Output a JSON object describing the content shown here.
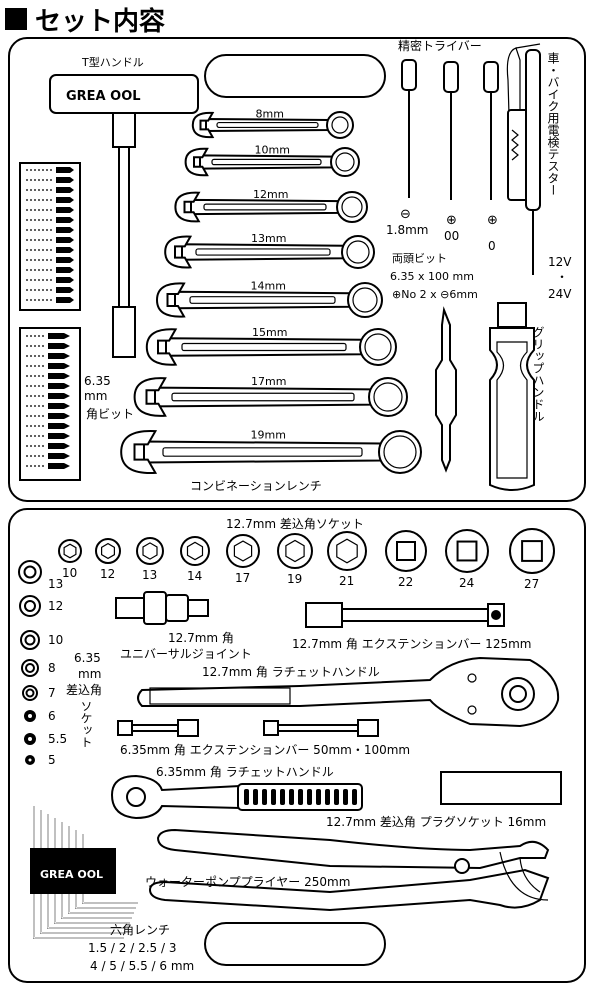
{
  "title": "セット内容",
  "panel1": {
    "t_handle_label": "T型ハンドル",
    "t_handle_brand": "GREA  OOL",
    "precision_driver_label": "精密トライバー",
    "driver_sizes": [
      "⊖",
      "1.8mm",
      "⊕",
      "00",
      "⊕",
      "0"
    ],
    "tester_label": "車・バイク用電検テスター",
    "tester_voltage": "12V・24V",
    "double_bit_label": "両頭ビット",
    "double_bit_size": "6.35 x 100 mm",
    "double_bit_spec": "⊕No 2 x ⊖6mm",
    "grip_handle_label": "グリップハンドル",
    "bit_label": "6.35mm角ビット",
    "wrench_sizes": [
      "8mm",
      "10mm",
      "12mm",
      "13mm",
      "14mm",
      "15mm",
      "17mm",
      "19mm"
    ],
    "wrench_label": "コンビネーションレンチ"
  },
  "panel2": {
    "socket_label": "12.7mm 差込角ソケット",
    "large_socket_sizes": [
      "10",
      "12",
      "13",
      "14",
      "17",
      "19",
      "21",
      "22",
      "24",
      "27"
    ],
    "small_socket_sizes": [
      "13",
      "12",
      "10",
      "8",
      "7",
      "6",
      "5.5",
      "5"
    ],
    "small_socket_label": "6.35mm差込角ソケット",
    "ujoint_label": "12.7mm 角 ユニバーサルジョイント",
    "ext_bar_label": "12.7mm 角 エクステンションバー 125mm",
    "ratchet_label": "12.7mm 角 ラチェットハンドル",
    "small_ext_label": "6.35mm 角 エクステンションバー 50mm・100mm",
    "small_ratchet_label": "6.35mm 角 ラチェットハンドル",
    "plug_socket_label": "12.7mm 差込角 プラグソケット 16mm",
    "pump_plier_label": "ウォーターポンププライヤー 250mm",
    "hex_wrench_label": "六角レンチ",
    "hex_sizes_1": "1.5 / 2 / 2.5 / 3",
    "hex_sizes_2": "4 / 5 / 5.5 / 6 mm",
    "hex_brand": "GREA  OOL"
  }
}
